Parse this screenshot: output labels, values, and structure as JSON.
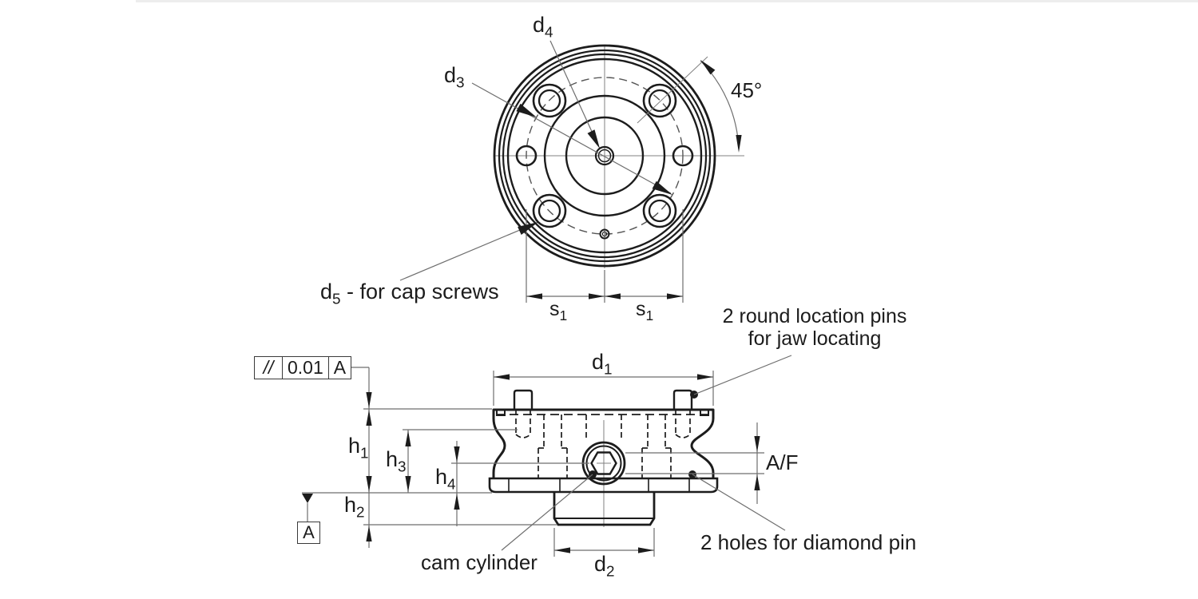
{
  "colors": {
    "outline": "#1c1c1c",
    "thin_line": "#6e6e6e",
    "centerline": "#808080",
    "background": "#ffffff",
    "text": "#1c1c1c"
  },
  "top_view": {
    "dim_d4": {
      "base": "d",
      "sub": "4"
    },
    "dim_d3": {
      "base": "d",
      "sub": "3"
    },
    "angle_label": "45°",
    "cap_screws_note": {
      "base": "d",
      "sub": "5",
      "rest": " - for cap screws"
    },
    "dim_s1_left": {
      "base": "s",
      "sub": "1"
    },
    "dim_s1_right": {
      "base": "s",
      "sub": "1"
    }
  },
  "side_view": {
    "dim_d1": {
      "base": "d",
      "sub": "1"
    },
    "dim_d2": {
      "base": "d",
      "sub": "2"
    },
    "dim_h1": {
      "base": "h",
      "sub": "1"
    },
    "dim_h2": {
      "base": "h",
      "sub": "2"
    },
    "dim_h3": {
      "base": "h",
      "sub": "3"
    },
    "dim_h4": {
      "base": "h",
      "sub": "4"
    },
    "across_flats_label": "A/F",
    "tolerance_frame": {
      "symbol": "//",
      "value": "0.01",
      "datum": "A"
    },
    "datum_label": "A",
    "location_pins_note_line1": "2 round location pins",
    "location_pins_note_line2": "for jaw locating",
    "diamond_pin_note": "2 holes for diamond pin",
    "cam_cylinder_note": "cam cylinder"
  }
}
